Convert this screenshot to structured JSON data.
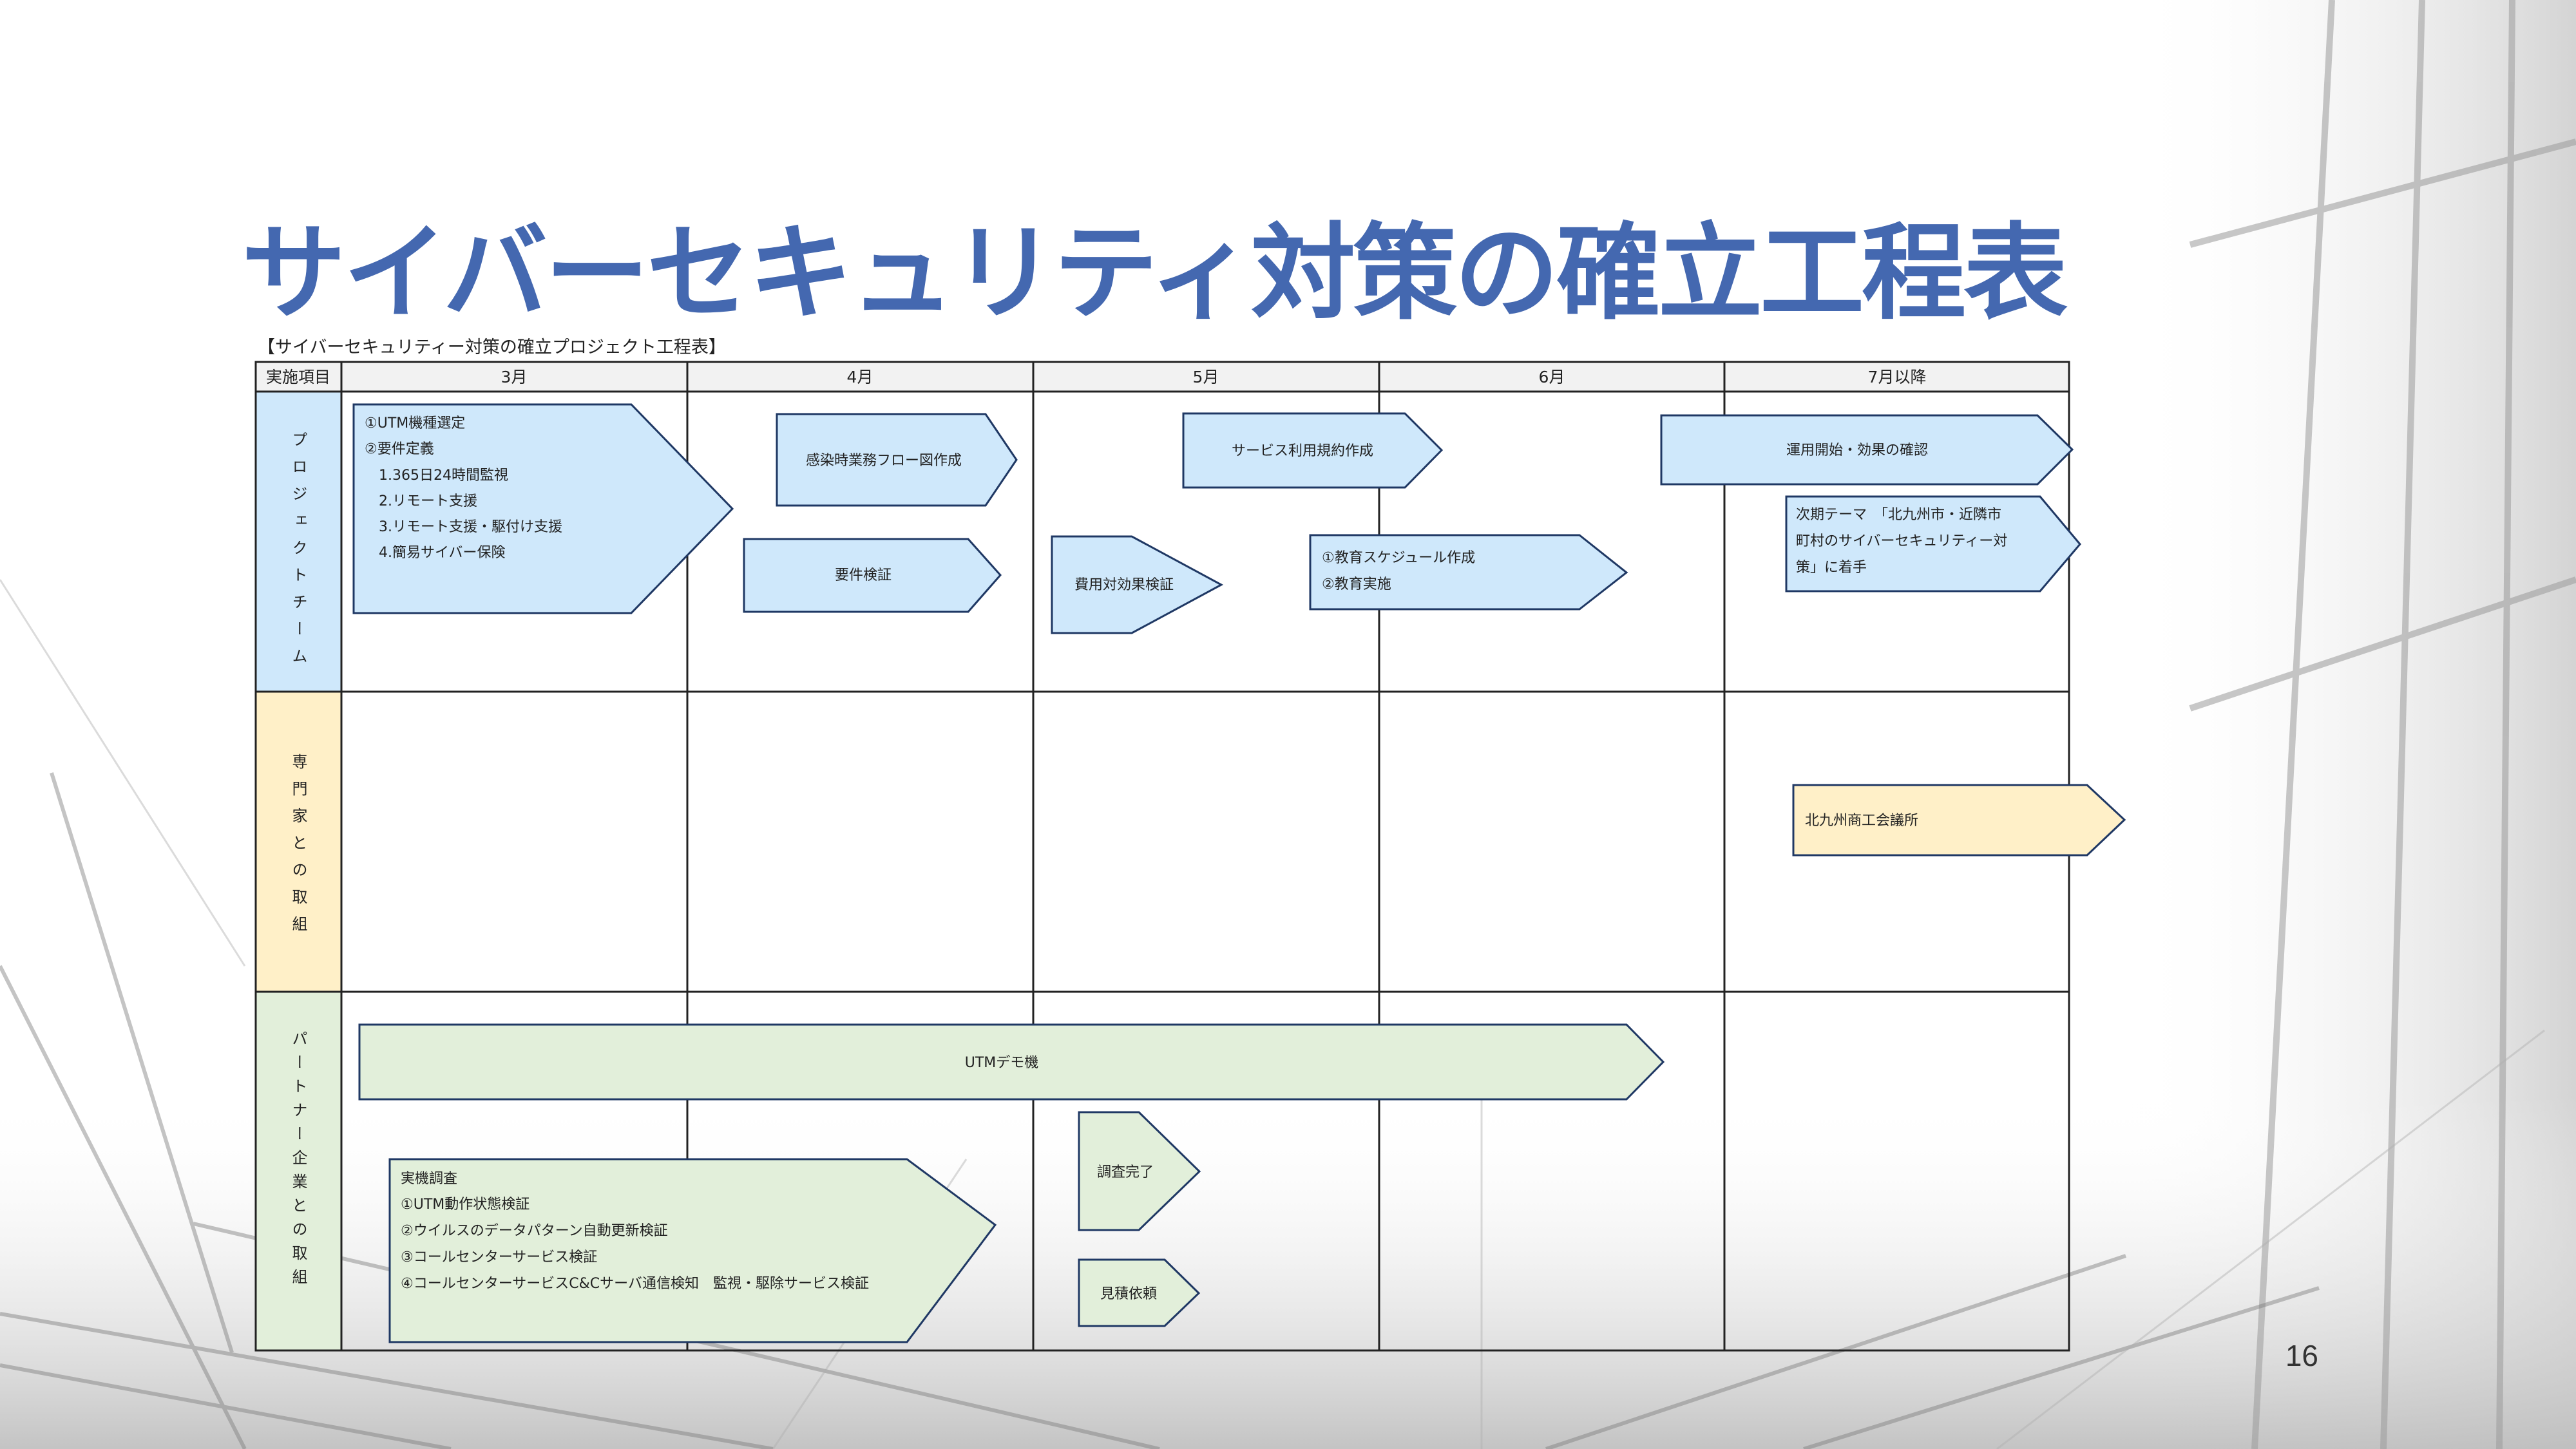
{
  "slide": {
    "title": "サイバーセキュリティ対策の確立工程表",
    "caption": "【サイバーセキュリティー対策の確立プロジェクト工程表】",
    "page_number": "16"
  },
  "table": {
    "header_label": "実施項目",
    "months": [
      "3月",
      "4月",
      "5月",
      "6月",
      "7月以降"
    ],
    "rows": [
      {
        "label": "プロジェクトチーム",
        "color": "#cfe8fb"
      },
      {
        "label": "専門家との取組",
        "color": "#fff0c8"
      },
      {
        "label": "パートナー企業との取組",
        "color": "#e2efda"
      }
    ]
  },
  "tasks": [
    {
      "row": 0,
      "lines": [
        "①UTM機種選定",
        "②要件定義",
        "1.365日24時間監視",
        "2.リモート支援",
        "3.リモート支援・駆付け支援",
        "4.簡易サイバー保険"
      ]
    },
    {
      "row": 0,
      "lines": [
        "感染時業務フロー図作成"
      ]
    },
    {
      "row": 0,
      "lines": [
        "要件検証"
      ]
    },
    {
      "row": 0,
      "lines": [
        "費用対効果検証"
      ]
    },
    {
      "row": 0,
      "lines": [
        "サービス利用規約作成"
      ]
    },
    {
      "row": 0,
      "lines": [
        "①教育スケジュール作成",
        "②教育実施"
      ]
    },
    {
      "row": 0,
      "lines": [
        "運用開始・効果の確認"
      ]
    },
    {
      "row": 0,
      "lines": [
        "次期テーマ　「北九州市・近隣市",
        "町村のサイバーセキュリティー対",
        "策」に着手"
      ]
    },
    {
      "row": 1,
      "lines": [
        "北九州商工会議所"
      ]
    },
    {
      "row": 2,
      "lines": [
        "UTMデモ機"
      ]
    },
    {
      "row": 2,
      "lines": [
        "実機調査",
        "①UTM動作状態検証",
        "②ウイルスのデータパターン自動更新検証",
        "③コールセンターサービス検証",
        "④コールセンターサービスC&Cサーバ通信検知　監視・駆除サービス検証"
      ]
    },
    {
      "row": 2,
      "lines": [
        "調査完了"
      ]
    },
    {
      "row": 2,
      "lines": [
        "見積依頼"
      ]
    }
  ]
}
